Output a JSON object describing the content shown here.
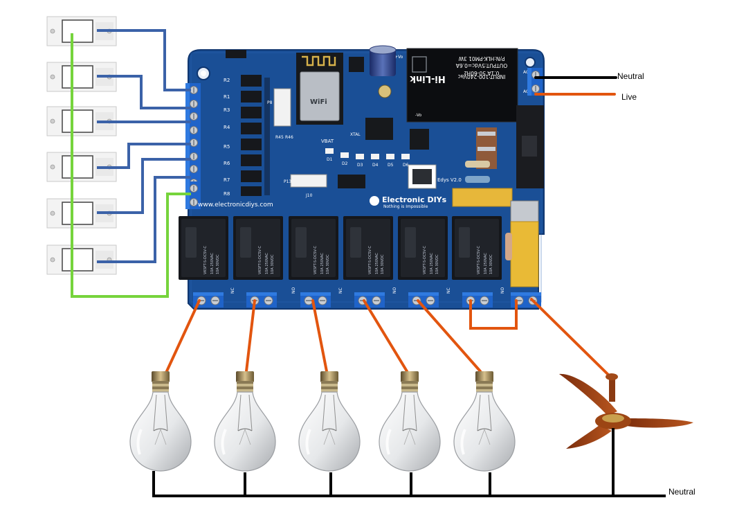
{
  "labels": {
    "neutral_top": "Neutral",
    "live": "Live",
    "neutral_bottom": "Neutral"
  },
  "board": {
    "website": "www.electronicdiys.com",
    "brand": "Electronic DIYs",
    "tagline": "Nothing is Impossible",
    "version": "Edys V2.0",
    "psu_brand": "Hi-Link",
    "psu_model": "P/N:HLK-PM01  3W",
    "psu_input": "INPUT:100-240Vac",
    "psu_input2": "0.1A  50-60Hz",
    "psu_output": "OUTPUT:5Vdc=0.6A",
    "wifi_label": "WiFi",
    "relay_text": "VKSFT-S-DC5V-C",
    "relay_rating": "10A 250VAC",
    "resistors": [
      "R1",
      "R2",
      "R3",
      "R4",
      "R5",
      "R6",
      "R7",
      "R8"
    ],
    "leds": [
      "D1",
      "D2",
      "D3",
      "D4",
      "D5",
      "D6"
    ],
    "misc": {
      "vbat": "VBAT",
      "p13": "P13",
      "j10": "J10",
      "p8": "P8",
      "r46": "R46",
      "r45": "R45",
      "xtal": "XTAL",
      "ac": "AC",
      "vo": "-Vo",
      "vo_plus": "+Vo"
    },
    "terminals": [
      "NC",
      "NO",
      "NC",
      "NO",
      "NC",
      "NO"
    ]
  },
  "colors": {
    "switch_wire": "#3b62a8",
    "common_wire": "#76d43c",
    "live_wire": "#e2550f",
    "neutral_wire": "#000000",
    "board": "#1a4f96",
    "relay": "#15171b",
    "terminal": "#1f63c9"
  },
  "icons": {
    "switch": "wall-switch-icon",
    "bulb": "light-bulb-icon",
    "fan": "ceiling-fan-icon"
  }
}
